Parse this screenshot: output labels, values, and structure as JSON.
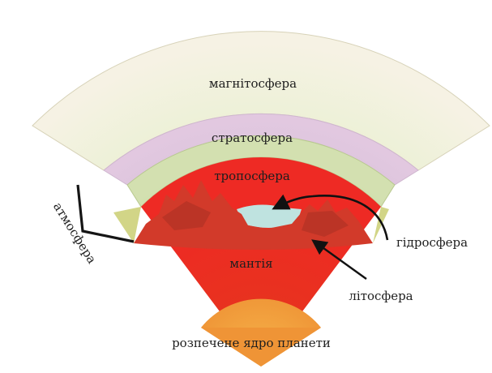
{
  "diagram": {
    "layers": {
      "magnetosphere": "магнітосфера",
      "stratosphere": "стратосфера",
      "troposphere": "тропосфера",
      "mantle": "мантія",
      "core": "розпечене ядро планети"
    },
    "callouts": {
      "atmosphere": "атмосфера",
      "hydrosphere": "гідросфера",
      "lithosphere": "літосфера"
    }
  },
  "colors": {
    "magnetosphere": "#f1f0d9",
    "stratosphere": "#dcc0dc",
    "troposphere": "#c9dba2",
    "hydrosphere_water": "#bfe3e0",
    "lithosphere": "#d83a26",
    "mantle": "#ec2a22",
    "core": "#f2a040"
  }
}
